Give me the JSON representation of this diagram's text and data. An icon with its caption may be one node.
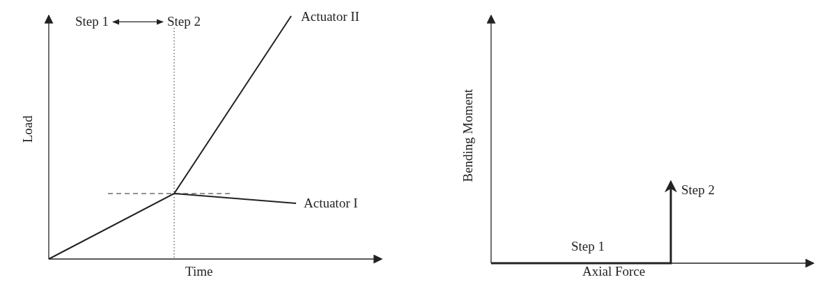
{
  "diagram": {
    "nodes": [
      {
        "text": [
          "Step 1"
        ]
      },
      {
        "text": [
          "Step 2"
        ]
      }
    ],
    "edges": [
      {
        "from": 0,
        "to": 1,
        "arrow": "both"
      }
    ],
    "labels": [
      "Actuator II",
      "Load",
      "Actuator I",
      "Time",
      "Bending Moment",
      "Step 2",
      "Step 1",
      "Axial Force"
    ]
  }
}
